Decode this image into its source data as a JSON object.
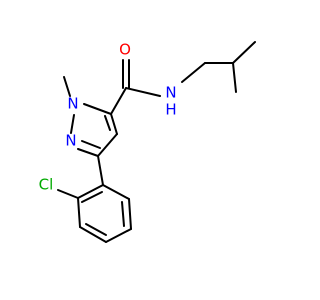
{
  "molecule": {
    "atoms": {
      "O": "O",
      "NH": "N",
      "H": "H",
      "N1": "N",
      "N2": "N",
      "Cl": "Cl"
    },
    "colors": {
      "bond": "#000000",
      "O": "#ff0000",
      "N": "#0000ff",
      "Cl": "#00aa00"
    }
  }
}
